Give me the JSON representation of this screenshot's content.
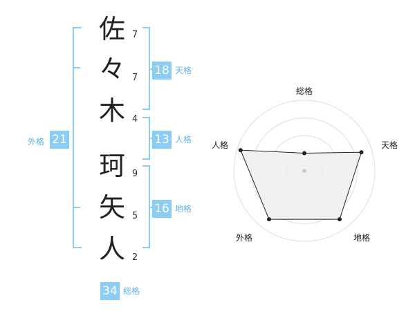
{
  "name": {
    "chars": [
      "佐",
      "々",
      "木",
      "珂",
      "矢",
      "人"
    ],
    "strokes": [
      "7",
      "7",
      "4",
      "9",
      "5",
      "2"
    ]
  },
  "fortunes": {
    "tenkaku": {
      "label": "天格",
      "value": "18"
    },
    "jinkaku": {
      "label": "人格",
      "value": "13"
    },
    "chikaku": {
      "label": "地格",
      "value": "16"
    },
    "gaikaku": {
      "label": "外格",
      "value": "21"
    },
    "soukaku": {
      "label": "総格",
      "value": "34"
    }
  },
  "colors": {
    "accent": "#8bcdf5",
    "bracket": "#8bcdf5",
    "label": "#63b3e6"
  },
  "chart_data": {
    "type": "radar",
    "axes": [
      "総格",
      "天格",
      "地格",
      "外格",
      "人格"
    ],
    "values": [
      0.25,
      0.85,
      0.85,
      0.85,
      0.95
    ],
    "rings": 4
  }
}
